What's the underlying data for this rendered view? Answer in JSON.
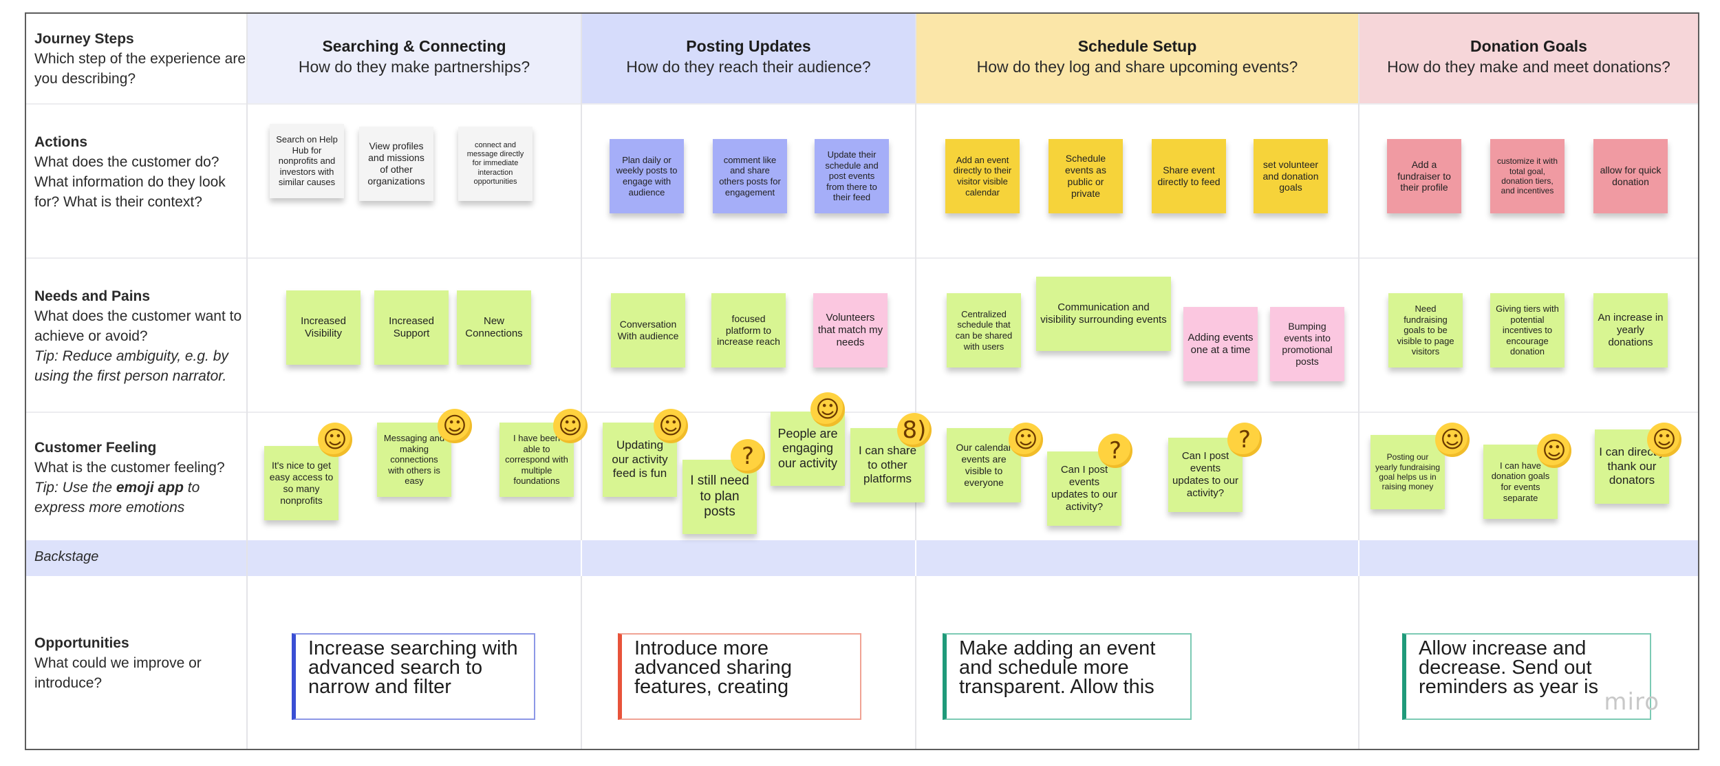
{
  "row_headers": {
    "journey": {
      "title": "Journey Steps",
      "desc": "Which step of the experience are you describing?"
    },
    "actions": {
      "title": "Actions",
      "desc": "What does the customer do? What information do they look for? What is their context?"
    },
    "needs": {
      "title": "Needs and Pains",
      "desc": "What does the customer want to achieve or avoid?",
      "tip": "Tip: Reduce ambiguity, e.g. by using the first person narrator."
    },
    "feeling": {
      "title": "Customer Feeling",
      "desc": "What is the customer feeling?",
      "tip_pre": "Tip: Use the ",
      "tip_bold": "emoji app",
      "tip_post": " to express more emotions"
    },
    "backstage": "Backstage",
    "opportunities": {
      "title": "Opportunities",
      "desc": "What could we improve or introduce?"
    }
  },
  "columns": [
    {
      "title": "Searching & Connecting",
      "subtitle": "How do they make partnerships?",
      "color": "#eceefb"
    },
    {
      "title": "Posting Updates",
      "subtitle": "How do they reach their audience?",
      "color": "#d6dcfb"
    },
    {
      "title": "Schedule Setup",
      "subtitle": "How do they log and share upcoming events?",
      "color": "#fbe6a8"
    },
    {
      "title": "Donation Goals",
      "subtitle": "How do they make and meet donations?",
      "color": "#f6d6d9"
    }
  ],
  "stickies": {
    "a1": "Search on Help Hub for nonprofits and investors with similar causes",
    "a2": "View profiles and missions of other organizations",
    "a3": "connect and message directly for immediate interaction opportunities",
    "a4": "Plan daily or weekly posts to engage with audience",
    "a5": "comment like and share others posts for engagement",
    "a6": "Update their schedule and post events from there to their feed",
    "a7": "Add an event directly to their visitor visible calendar",
    "a8": "Schedule events as public or private",
    "a9": "Share event directly to feed",
    "a10": "set volunteer and donation goals",
    "a11": "Add a fundraiser to their profile",
    "a12": "customize it with total goal, donation tiers, and incentives",
    "a13": "allow for quick donation",
    "n1": "Increased Visibility",
    "n2": "Increased Support",
    "n3": "New Connections",
    "n4": "Conversation With audience",
    "n5": "focused platform to increase reach",
    "n6": "Volunteers that match my needs",
    "n7": "Centralized schedule that can be shared with users",
    "n8": "Communication and visibility surrounding events",
    "n9": "Adding events one at a time",
    "n10": "Bumping events into promotional posts",
    "n11": "Need fundraising goals to be visible to page visitors",
    "n12": "Giving tiers with potential incentives to encourage donation",
    "n13": "An increase in yearly donations",
    "f1": "It's nice to get easy access to so many nonprofits",
    "f2": "Messaging and making connections with others is easy",
    "f3": "I have been able to correspond with multiple foundations",
    "f4": "Updating our activity feed is fun",
    "f5": "I still need to plan posts",
    "f6": "People are engaging our activity",
    "f7": "I can share to other platforms",
    "f8": "Our calendar events are visible to everyone",
    "f9": "Can I post events updates to our activity?",
    "f10": "Can I post events updates to our activity?",
    "f11": "Posting our yearly fundraising goal helps us in raising money",
    "f12": "I can have donation goals for events separate",
    "f13": "I can directly thank our donators"
  },
  "emojis": {
    "e1": "blush-emoji",
    "e2": "smile-emoji",
    "e3": "smile-emoji",
    "e4": "smile-emoji",
    "e5": "thinking-emoji",
    "e6": "smile-emoji",
    "e7": "nerd-emoji",
    "e8": "blush-emoji",
    "e9": "thinking-emoji",
    "e10": "thinking-emoji",
    "e11": "blush-emoji",
    "e12": "blush-emoji",
    "e13": "smile-emoji"
  },
  "opportunities": [
    {
      "text": "Increase searching with advanced search to narrow and filter",
      "color": "#3a4fd4"
    },
    {
      "text": "Introduce more advanced sharing features, creating",
      "color": "#e8533a"
    },
    {
      "text": "Make adding an event and schedule more transparent. Allow this",
      "color": "#1f9a7a"
    },
    {
      "text": "Allow increase and decrease. Send out reminders as year is",
      "color": "#1f9a7a"
    }
  ],
  "brand": "miro"
}
